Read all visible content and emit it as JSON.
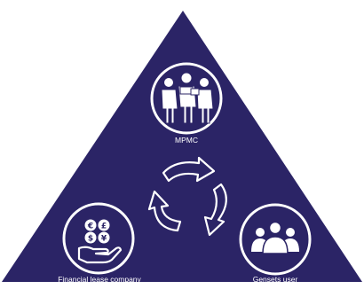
{
  "colors": {
    "triangle": "#2b2466",
    "foreground": "#ffffff"
  },
  "nodes": [
    {
      "id": "mpmc",
      "label": "MPMC",
      "icon": "people-with-documents-icon"
    },
    {
      "id": "lessor",
      "label": "Financial lease company",
      "icon": "hand-with-currency-coins-icon"
    },
    {
      "id": "user",
      "label": "Gensets user",
      "icon": "user-group-icon"
    }
  ],
  "cycle": {
    "icon": "cycle-arrows-icon",
    "direction": "clockwise",
    "arrow_count": 3
  }
}
